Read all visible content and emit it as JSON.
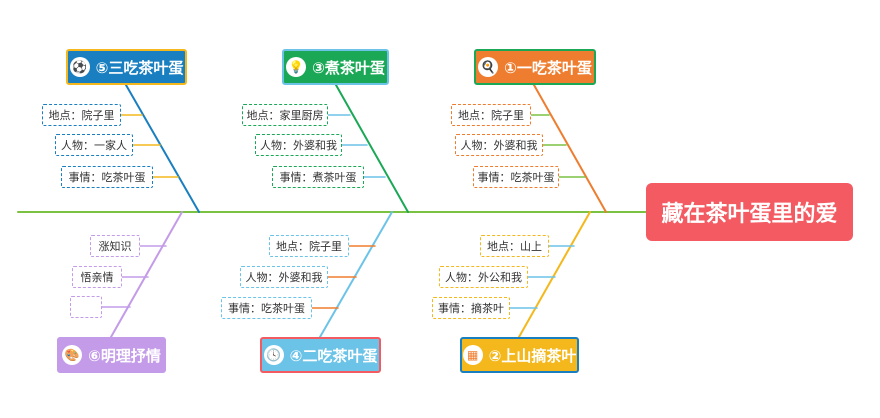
{
  "root": {
    "label": "藏在茶叶蛋里的爱",
    "color": "#f45a62"
  },
  "colors": {
    "spine": "#7cc242",
    "blue": "#1a7fc0",
    "green": "#1aa856",
    "orange": "#ef7d2f",
    "skyblue": "#6cc3e8",
    "yellow": "#f4b81c",
    "purple": "#c39be8"
  },
  "topics": {
    "t1": {
      "label": "①一吃茶叶蛋",
      "icon": "food-icon",
      "glyph": "🍳"
    },
    "t2": {
      "label": "②上山摘茶叶",
      "icon": "grid-icon",
      "glyph": "▦"
    },
    "t3": {
      "label": "③煮茶叶蛋",
      "icon": "lightbulb-icon",
      "glyph": "💡"
    },
    "t4": {
      "label": "④二吃茶叶蛋",
      "icon": "clock-icon",
      "glyph": "🕓"
    },
    "t5": {
      "label": "⑤三吃茶叶蛋",
      "icon": "soccer-ball-icon",
      "glyph": "⚽"
    },
    "t6": {
      "label": "⑥明理抒情",
      "icon": "palette-icon",
      "glyph": "🎨"
    }
  },
  "details": {
    "t1": [
      "地点：院子里",
      "人物：外婆和我",
      "事情：吃茶叶蛋"
    ],
    "t2": [
      "地点：山上",
      "人物：外公和我",
      "事情：摘茶叶"
    ],
    "t3": [
      "地点：家里厨房",
      "人物：外婆和我",
      "事情：煮茶叶蛋"
    ],
    "t4": [
      "地点：院子里",
      "人物：外婆和我",
      "事情：吃茶叶蛋"
    ],
    "t5": [
      "地点：院子里",
      "人物：一家人",
      "事情：吃茶叶蛋"
    ],
    "t6": [
      "涨知识",
      "悟亲情",
      ""
    ]
  }
}
